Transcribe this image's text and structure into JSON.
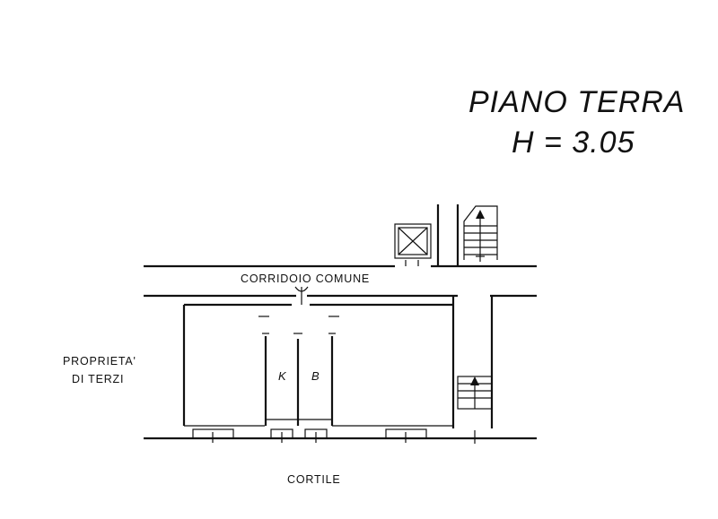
{
  "plan": {
    "title": "PIANO TERRA",
    "height": "H = 3.05",
    "labels": {
      "corridor": "CORRIDOIO COMUNE",
      "third_party_line1": "PROPRIETA'",
      "third_party_line2": "DI TERZI",
      "courtyard": "CORTILE",
      "kitchen": "K",
      "bathroom": "B"
    }
  }
}
